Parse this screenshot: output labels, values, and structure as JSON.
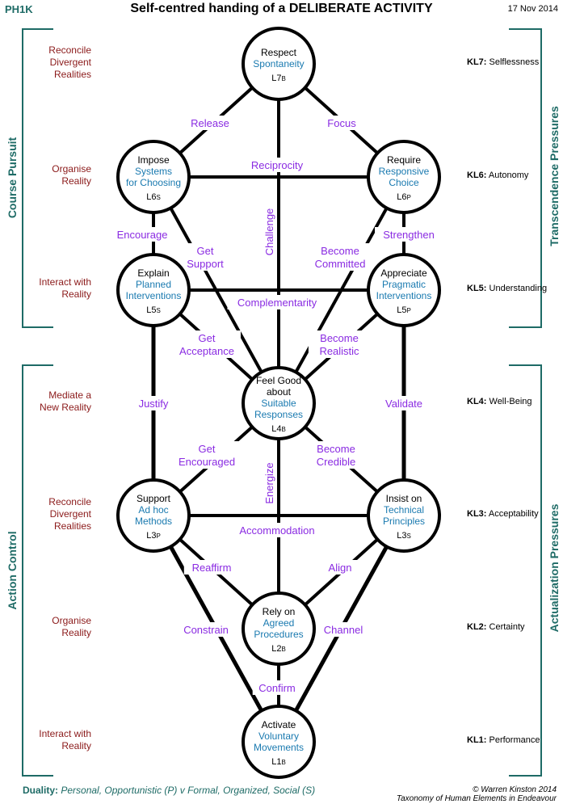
{
  "header": {
    "code": "PH1K",
    "title": "Self-centred handing of a DELIBERATE ACTIVITY",
    "date": "17 Nov 2014"
  },
  "left_brackets": {
    "top": "Course Pursuit",
    "bottom": "Action Control"
  },
  "right_brackets": {
    "top": "Transcendence  Pressures",
    "bottom": "Actualization  Pressures"
  },
  "left_labels": [
    [
      "Reconcile",
      "Divergent",
      "Realities"
    ],
    [
      "Organise",
      "Reality"
    ],
    [
      "Interact with",
      "Reality"
    ],
    [
      "Mediate a",
      "New Reality"
    ],
    [
      "Reconcile",
      "Divergent",
      "Realities"
    ],
    [
      "Organise",
      "Reality"
    ],
    [
      "Interact with",
      "Reality"
    ]
  ],
  "levels": [
    {
      "code": "KL7:",
      "name": "Selflessness"
    },
    {
      "code": "KL6:",
      "name": "Autonomy"
    },
    {
      "code": "KL5:",
      "name": "Understanding"
    },
    {
      "code": "KL4:",
      "name": "Well-Being"
    },
    {
      "code": "KL3:",
      "name": "Acceptability"
    },
    {
      "code": "KL2:",
      "name": "Certainty"
    },
    {
      "code": "KL1:",
      "name": "Performance"
    }
  ],
  "nodes": [
    {
      "id": "L7B",
      "verb": [
        "Respect"
      ],
      "concept": [
        "Spontaneity"
      ],
      "level": "L7",
      "suffix": "B"
    },
    {
      "id": "L6S",
      "verb": [
        "Impose"
      ],
      "concept": [
        "Systems",
        "for Choosing"
      ],
      "level": "L6",
      "suffix": "S"
    },
    {
      "id": "L6P",
      "verb": [
        "Require"
      ],
      "concept": [
        "Responsive",
        "Choice"
      ],
      "level": "L6",
      "suffix": "P"
    },
    {
      "id": "L5S",
      "verb": [
        "Explain"
      ],
      "concept": [
        "Planned",
        "Interventions"
      ],
      "level": "L5",
      "suffix": "S"
    },
    {
      "id": "L5P",
      "verb": [
        "Appreciate"
      ],
      "concept": [
        "Pragmatic",
        "Interventions"
      ],
      "level": "L5",
      "suffix": "P"
    },
    {
      "id": "L4B",
      "verb": [
        "Feel Good",
        "about"
      ],
      "concept": [
        "Suitable",
        "Responses"
      ],
      "level": "L4",
      "suffix": "B"
    },
    {
      "id": "L3P",
      "verb": [
        "Support"
      ],
      "concept": [
        "Ad hoc",
        "Methods"
      ],
      "level": "L3",
      "suffix": "P"
    },
    {
      "id": "L3S",
      "verb": [
        "Insist on"
      ],
      "concept": [
        "Technical",
        "Principles"
      ],
      "level": "L3",
      "suffix": "S"
    },
    {
      "id": "L2B",
      "verb": [
        "Rely on"
      ],
      "concept": [
        "Agreed",
        "Procedures"
      ],
      "level": "L2",
      "suffix": "B"
    },
    {
      "id": "L1B",
      "verb": [
        "Activate"
      ],
      "concept": [
        "Voluntary",
        "Movements"
      ],
      "level": "L1",
      "suffix": "B"
    }
  ],
  "edges": [
    {
      "from": "L7B",
      "to": "L6S",
      "label": [
        "Release"
      ]
    },
    {
      "from": "L7B",
      "to": "L6P",
      "label": [
        "Focus"
      ]
    },
    {
      "from": "L6S",
      "to": "L6P",
      "label": [
        "Reciprocity"
      ]
    },
    {
      "from": "L7B",
      "to": "L4B",
      "label": [
        "Challenge"
      ]
    },
    {
      "from": "L6S",
      "to": "L5S",
      "label": [
        "Encourage"
      ]
    },
    {
      "from": "L6P",
      "to": "L5P",
      "label": [
        "Strengthen"
      ]
    },
    {
      "from": "L6S",
      "to": "L4B",
      "label": [
        "Get",
        "Support"
      ]
    },
    {
      "from": "L6P",
      "to": "L4B",
      "label": [
        "Become",
        "Committed"
      ]
    },
    {
      "from": "L5S",
      "to": "L5P",
      "label": [
        "Complementarity"
      ]
    },
    {
      "from": "L5S",
      "to": "L4B",
      "label": [
        "Get",
        "Acceptance"
      ]
    },
    {
      "from": "L5P",
      "to": "L4B",
      "label": [
        "Become",
        "Realistic"
      ]
    },
    {
      "from": "L5S",
      "to": "L3P",
      "label": [
        "Justify"
      ]
    },
    {
      "from": "L5P",
      "to": "L3S",
      "label": [
        "Validate"
      ]
    },
    {
      "from": "L4B",
      "to": "L3P",
      "label": [
        "Get",
        "Encouraged"
      ]
    },
    {
      "from": "L4B",
      "to": "L3S",
      "label": [
        "Become",
        "Credible"
      ]
    },
    {
      "from": "L4B",
      "to": "L1B",
      "label": [
        "Energize"
      ]
    },
    {
      "from": "L3P",
      "to": "L3S",
      "label": [
        "Accommodation"
      ]
    },
    {
      "from": "L3P",
      "to": "L2B",
      "label": [
        "Reaffirm"
      ]
    },
    {
      "from": "L3S",
      "to": "L2B",
      "label": [
        "Align"
      ]
    },
    {
      "from": "L3P",
      "to": "L1B",
      "label": [
        "Constrain"
      ]
    },
    {
      "from": "L3S",
      "to": "L1B",
      "label": [
        "Channel"
      ]
    },
    {
      "from": "L2B",
      "to": "L1B",
      "label": [
        "Confirm"
      ]
    }
  ],
  "footer": {
    "duality_label": "Duality:",
    "duality_text": "Personal, Opportunistic (P)  v  Formal, Organized, Social (S)",
    "copyright": "© Warren Kinston 2014",
    "source": "Taxonomy of Human Elements in Endeavour"
  },
  "colors": {
    "teal": "#1e6b66",
    "maroon": "#8b1a1a",
    "concept_blue": "#1a7ab0",
    "edge_purple": "#8a2be2",
    "line": "#000000"
  }
}
